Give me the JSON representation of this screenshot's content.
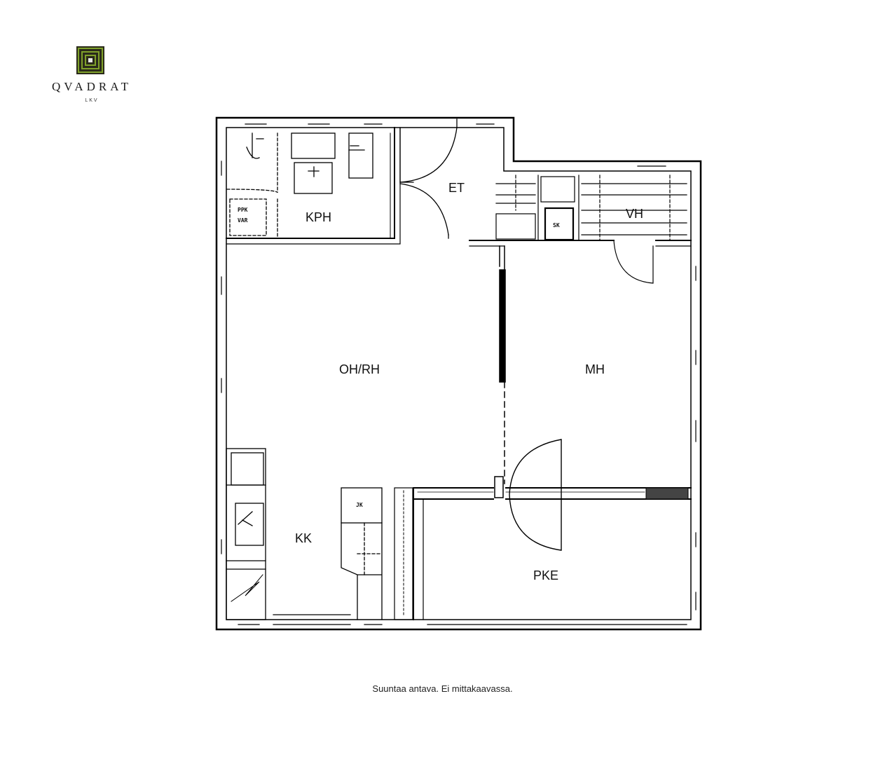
{
  "logo": {
    "brand": "QVADRAT",
    "sub": "LKV"
  },
  "plan": {
    "rooms": {
      "kph": "KPH",
      "et": "ET",
      "vh": "VH",
      "ohrh": "OH/RH",
      "mh": "MH",
      "kk": "KK",
      "pke": "PKE"
    },
    "fixtures": {
      "ppk_line1": "PPK",
      "ppk_line2": "VAR",
      "sk": "SK",
      "jk": "JK"
    }
  },
  "footer": {
    "note": "Suuntaa antava. Ei mittakaavassa."
  }
}
